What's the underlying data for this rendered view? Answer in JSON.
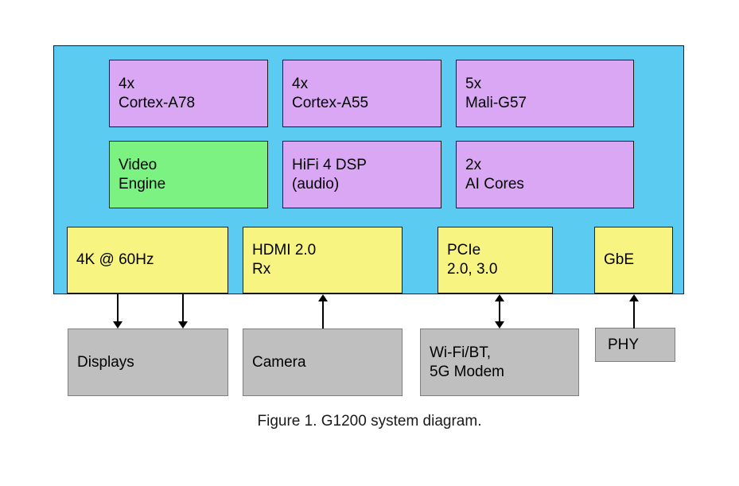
{
  "colors": {
    "soc-fill": "#5bcbf2",
    "core-fill": "#d9a7f3",
    "accel-fill": "#7cf283",
    "io-fill": "#f7f481",
    "ext-fill": "#bfbfbf",
    "ext-border": "#7f7f7f",
    "box-border": "#1a1a1a",
    "arrow": "#000000"
  },
  "soc": {
    "compute_blocks": [
      {
        "id": "cortex-a78",
        "label": "4x\nCortex-A78",
        "style": "core"
      },
      {
        "id": "cortex-a55",
        "label": "4x\nCortex-A55",
        "style": "core"
      },
      {
        "id": "mali-g57",
        "label": "5x\nMali-G57",
        "style": "core"
      },
      {
        "id": "video-engine",
        "label": "Video\nEngine",
        "style": "accel"
      },
      {
        "id": "hifi4-dsp",
        "label": "HiFi 4 DSP\n(audio)",
        "style": "core"
      },
      {
        "id": "ai-cores",
        "label": "2x\nAI Cores",
        "style": "core"
      }
    ],
    "io_blocks": [
      {
        "id": "display-out",
        "label": "4K @ 60Hz"
      },
      {
        "id": "hdmi-rx",
        "label": "HDMI 2.0\nRx"
      },
      {
        "id": "pcie",
        "label": "PCIe\n2.0, 3.0"
      },
      {
        "id": "gbe",
        "label": "GbE"
      }
    ]
  },
  "external_blocks": [
    {
      "id": "displays",
      "label": "Displays"
    },
    {
      "id": "camera",
      "label": "Camera"
    },
    {
      "id": "wifi-modem",
      "label": "Wi-Fi/BT,\n5G Modem"
    },
    {
      "id": "phy",
      "label": "PHY"
    }
  ],
  "connections": [
    {
      "from": "display-out",
      "to": "displays",
      "direction": "down"
    },
    {
      "from": "display-out",
      "to": "displays",
      "direction": "down"
    },
    {
      "from": "camera",
      "to": "hdmi-rx",
      "direction": "up"
    },
    {
      "from": "pcie",
      "to": "wifi-modem",
      "direction": "both"
    },
    {
      "from": "phy",
      "to": "gbe",
      "direction": "up"
    }
  ],
  "caption": "Figure 1. G1200 system diagram."
}
